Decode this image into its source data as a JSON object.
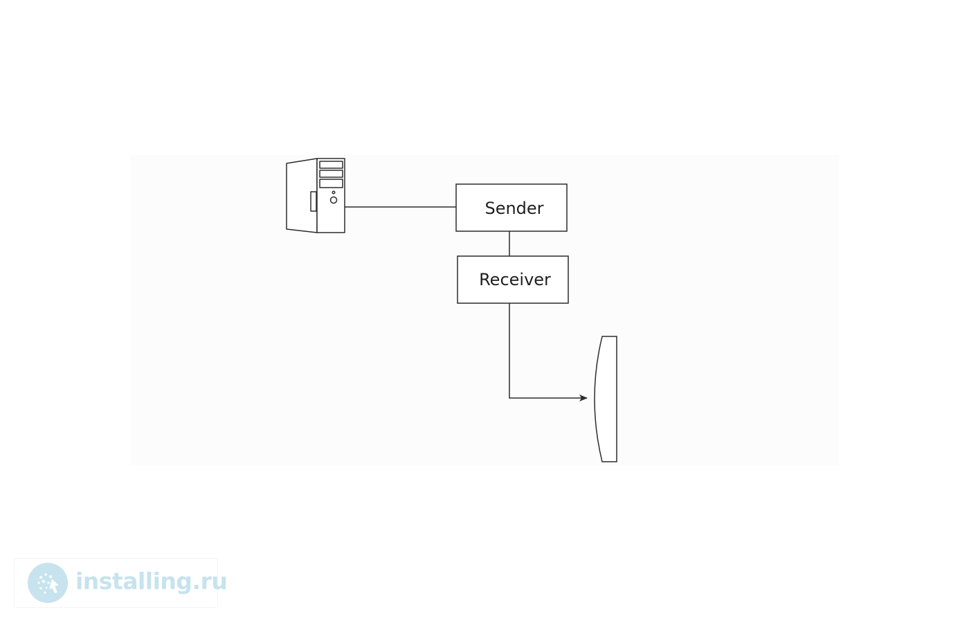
{
  "diagram": {
    "nodes": [
      {
        "id": "computer",
        "kind": "computer",
        "label": ""
      },
      {
        "id": "sender",
        "kind": "box",
        "label": "Sender"
      },
      {
        "id": "receiver",
        "kind": "box",
        "label": "Receiver"
      },
      {
        "id": "display",
        "kind": "screen",
        "label": ""
      }
    ],
    "edges": [
      {
        "from": "computer",
        "to": "sender",
        "arrow": false
      },
      {
        "from": "sender",
        "to": "receiver",
        "arrow": false
      },
      {
        "from": "receiver",
        "to": "display",
        "arrow": true
      }
    ],
    "colors": {
      "stroke": "#2b2b2b",
      "panel_background": "#fcfcfc"
    }
  },
  "watermark": {
    "text": "installing.ru",
    "color": "#c6e3ee",
    "logo_color": "#c6e3ee"
  }
}
